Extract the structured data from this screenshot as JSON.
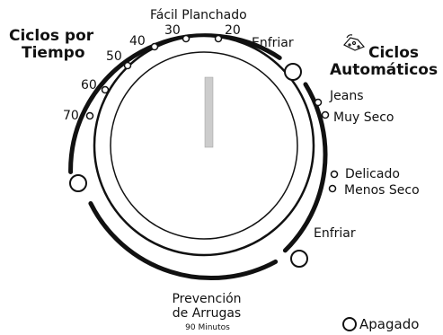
{
  "timed_cycles": {
    "title_line1": "Ciclos por",
    "title_line2": "Tiempo",
    "settings": [
      "70",
      "60",
      "50",
      "40",
      "30",
      "20"
    ],
    "easy_press": "Fácil Planchado",
    "cool_down": "Enfriar"
  },
  "auto_cycles": {
    "title_line1": "Ciclos",
    "title_line2": "Automáticos",
    "icon": "sensor-icon",
    "jeans": "Jeans",
    "very_dry": "Muy Seco",
    "delicate": "Delicado",
    "less_dry": "Menos Seco",
    "cool_down": "Enfriar"
  },
  "wrinkle_prevent": {
    "line1": "Prevención",
    "line2": "de Arrugas",
    "duration": "90 Minutos"
  },
  "off_label": "Apagado",
  "colors": {
    "ink": "#111111",
    "indicator": "#cccccc",
    "background": "#ffffff"
  }
}
